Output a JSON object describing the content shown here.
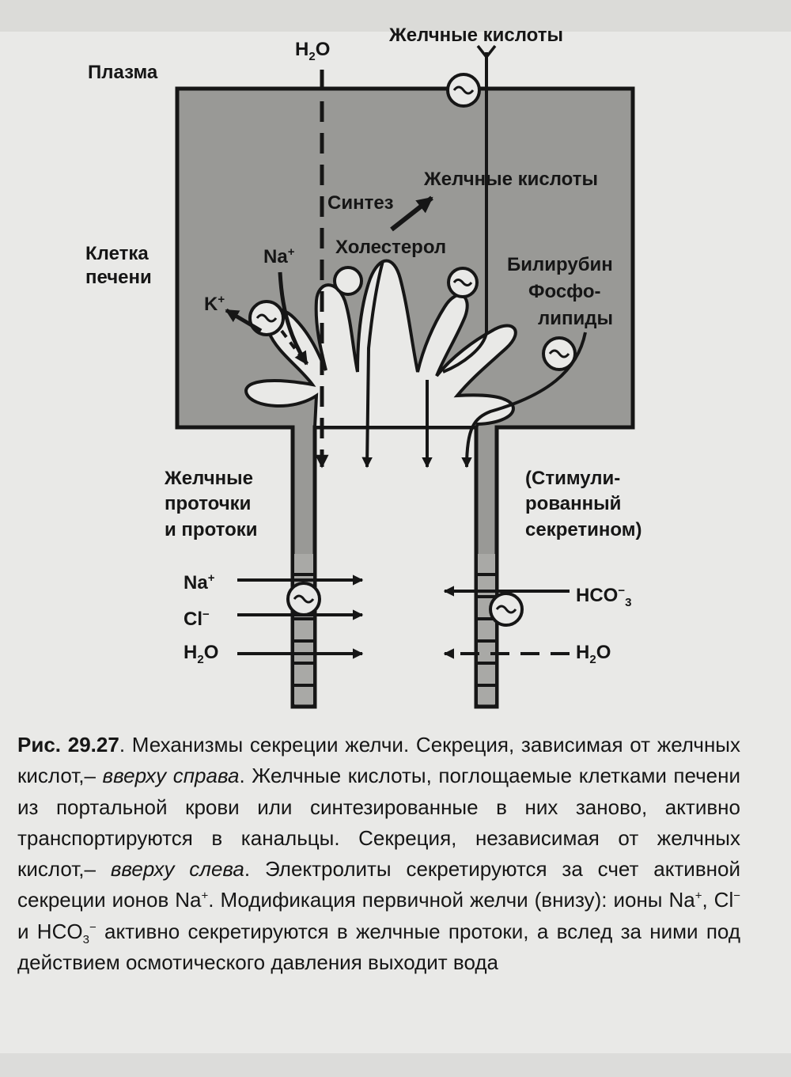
{
  "diagram": {
    "plasma": "Плазма",
    "h2o_top": "H",
    "h2o_top_sub": "2",
    "h2o_top_tail": "O",
    "bile_acids_top": "Желчные кислоты",
    "liver_cell_line1": "Клетка",
    "liver_cell_line2": "печени",
    "synthesis": "Синтез",
    "bile_acids_inner": "Желчные кислоты",
    "cholesterol": "Холестерол",
    "na_ion": "Na",
    "na_ion_sup": "+",
    "k_ion": "K",
    "k_ion_sup": "+",
    "bilirubin": "Билирубин",
    "phospho_line1": "Фосфо-",
    "phospho_line2": "липиды",
    "ducts_line1": "Желчные",
    "ducts_line2": "проточки",
    "ducts_line3": "и протоки",
    "stim_line1": "(Стимули-",
    "stim_line2": "рованный",
    "stim_line3": "секретином)",
    "left_na": "Na",
    "left_na_sup": "+",
    "left_cl": "Cl",
    "left_cl_sup": "−",
    "left_h2o": "H",
    "left_h2o_sub": "2",
    "left_h2o_tail": "O",
    "right_hco3": "HCO",
    "right_hco3_sup": "−",
    "right_hco3_sub": "3",
    "right_h2o": "H",
    "right_h2o_sub": "2",
    "right_h2o_tail": "O"
  },
  "caption": {
    "fig_number": "Рис. 29.27",
    "text_1": ". Механизмы секреции желчи. Секреция, зависимая от желчных кислот,– ",
    "italic_1": "вверху справа",
    "text_2": ". Желчные кислоты, поглощаемые клетками печени из портальной крови или синтезированные в них заново, активно транспортируются в канальцы. Секреция, независимая от желчных кислот,– ",
    "italic_2": "вверху слева",
    "text_3": ". Электролиты секретируются за счет активной секреции ионов Na",
    "sup_1": "+",
    "text_4": ". Модификация первичной желчи (внизу): ионы Na",
    "sup_2": "+",
    "text_5": ", Cl",
    "sup_3": "−",
    "text_6": " и HCO",
    "sub_1": "3",
    "sup_4": "−",
    "text_7": " активно секретируются в желчные протоки, а вслед за ними под действием осмотического давления выходит вода"
  },
  "colors": {
    "cell_fill": "#999996",
    "ink": "#161616",
    "paper": "#e9e9e7"
  }
}
